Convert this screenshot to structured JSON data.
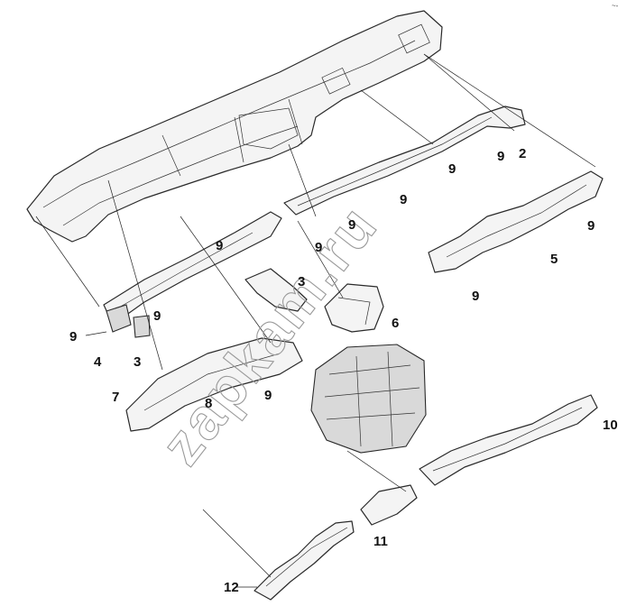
{
  "diagram": {
    "corner_mark": "~-",
    "watermark": "zapkam.ru",
    "callouts": [
      {
        "id": "c2",
        "text": "2"
      },
      {
        "id": "c3a",
        "text": "3"
      },
      {
        "id": "c3b",
        "text": "3"
      },
      {
        "id": "c4",
        "text": "4"
      },
      {
        "id": "c5",
        "text": "5"
      },
      {
        "id": "c6",
        "text": "6"
      },
      {
        "id": "c7",
        "text": "7"
      },
      {
        "id": "c8",
        "text": "8"
      },
      {
        "id": "c9a",
        "text": "9"
      },
      {
        "id": "c9b",
        "text": "9"
      },
      {
        "id": "c9c",
        "text": "9"
      },
      {
        "id": "c9d",
        "text": "9"
      },
      {
        "id": "c9e",
        "text": "9"
      },
      {
        "id": "c9f",
        "text": "9"
      },
      {
        "id": "c9g",
        "text": "9"
      },
      {
        "id": "c9h",
        "text": "9"
      },
      {
        "id": "c9i",
        "text": "9"
      },
      {
        "id": "c9j",
        "text": "9"
      },
      {
        "id": "c9k",
        "text": "9"
      },
      {
        "id": "c10",
        "text": "10"
      },
      {
        "id": "c11",
        "text": "11"
      },
      {
        "id": "c12",
        "text": "12"
      }
    ]
  }
}
